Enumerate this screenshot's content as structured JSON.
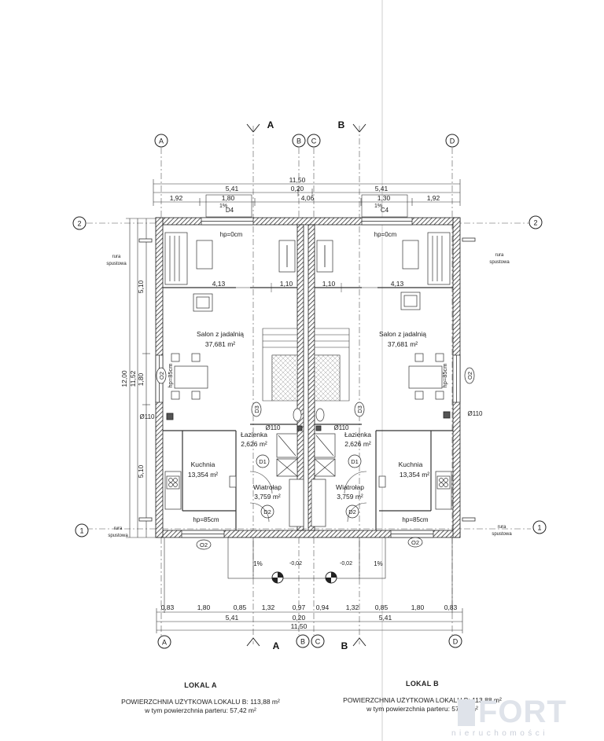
{
  "plan": {
    "axis_letters": {
      "A": "A",
      "B": "B",
      "C": "C",
      "D": "D"
    },
    "axis_numbers": {
      "one": "1",
      "two": "2"
    },
    "section_marks": {
      "A": "A",
      "B": "B"
    },
    "dims_top": {
      "total": "11,50",
      "left_half": "5,41",
      "right_half": "5,41",
      "middle": "0,20",
      "left_edge": "1,92",
      "right_edge": "1,92",
      "left_window": "1,80",
      "right_window": "1,30",
      "center_span": "4,06"
    },
    "dims_bottom": {
      "segments": [
        "0,83",
        "1,80",
        "0,85",
        "1,32",
        "0,97",
        "0,94",
        "1,32",
        "0,85",
        "1,80",
        "0,83"
      ],
      "left_half": "5,41",
      "right_half": "5,41",
      "middle": "0,20",
      "total": "11,50"
    },
    "dims_side": {
      "total": "12,00",
      "inner": "11,52",
      "upper": "5,10",
      "middle": "1,80",
      "lower": "5,10"
    },
    "dims_inner": {
      "left_room_width": "4,13",
      "right_room_width": "4,13",
      "stair_left": "1,10",
      "stair_right": "1,10"
    },
    "sill_labels": {
      "top": "hp=0cm",
      "side": "hp=85cm",
      "bottom": "hp=85cm"
    },
    "windows": {
      "D4": "D4",
      "C4": "C4",
      "O2": "O2",
      "D1": "D1",
      "D2": "D2",
      "D3": "D3"
    },
    "drain_label": [
      "rura",
      "spustowa"
    ],
    "pipe": "Ø110",
    "slope": "1%",
    "level": "-0,02",
    "rooms_a": {
      "salon": "Salon z jadalnią",
      "salon_area": "37,681 m²",
      "lazienka": "Łazienka",
      "lazienka_area": "2,626 m²",
      "kuchnia": "Kuchnia",
      "kuchnia_area": "13,354 m²",
      "wiatrolap": "Wiatrołap",
      "wiatrolap_area": "3,759 m²"
    },
    "rooms_b": {
      "salon": "Salon z jadalnią",
      "salon_area": "37,681 m²",
      "lazienka": "Łazienka",
      "lazienka_area": "2,626 m²",
      "kuchnia": "Kuchnia",
      "kuchnia_area": "13,354 m²",
      "wiatrolap": "Wiatrołap",
      "wiatrolap_area": "3,759 m²"
    }
  },
  "captions": {
    "a": {
      "title": "LOKAL A",
      "line1": "POWIERZCHNIA UŻYTKOWA LOKALU B: 113,88 m²",
      "line2": "w tym powierzchnia parteru: 57,42 m²"
    },
    "b": {
      "title": "LOKAL B",
      "line1": "POWIERZCHNIA UŻYTKOWA LOKALU B: 113,88 m²",
      "line2": "w tym powierzchnia parteru: 57,42 m²"
    }
  },
  "logo": {
    "name": "FORT",
    "tagline": "nieruchomości"
  },
  "colors": {
    "ink": "#1a1a1a",
    "wall_hatch": "#555555",
    "logo": "#dfe3ea"
  }
}
